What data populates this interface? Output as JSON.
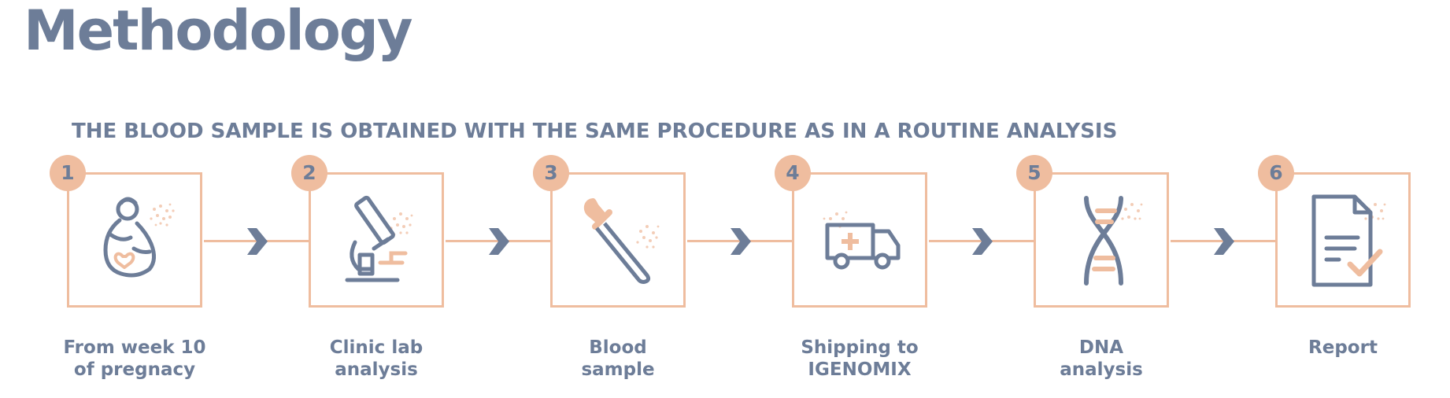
{
  "title": "Methodology",
  "subtitle": "THE BLOOD SAMPLE IS OBTAINED WITH THE SAME PROCEDURE AS IN A ROUTINE ANALYSIS",
  "colors": {
    "primary": "#6d7d98",
    "accent": "#efbd9f"
  },
  "steps": [
    {
      "number": "1",
      "icon": "pregnant-woman-icon",
      "label_line1": "From week 10",
      "label_line2": "of pregnacy"
    },
    {
      "number": "2",
      "icon": "microscope-icon",
      "label_line1": "Clinic lab",
      "label_line2": "analysis"
    },
    {
      "number": "3",
      "icon": "dropper-icon",
      "label_line1": "Blood",
      "label_line2": "sample"
    },
    {
      "number": "4",
      "icon": "ambulance-icon",
      "label_line1": "Shipping to",
      "label_line2": "IGENOMIX"
    },
    {
      "number": "5",
      "icon": "dna-icon",
      "label_line1": "DNA",
      "label_line2": "analysis"
    },
    {
      "number": "6",
      "icon": "report-icon",
      "label_line1": "",
      "label_line2": "Report"
    }
  ]
}
